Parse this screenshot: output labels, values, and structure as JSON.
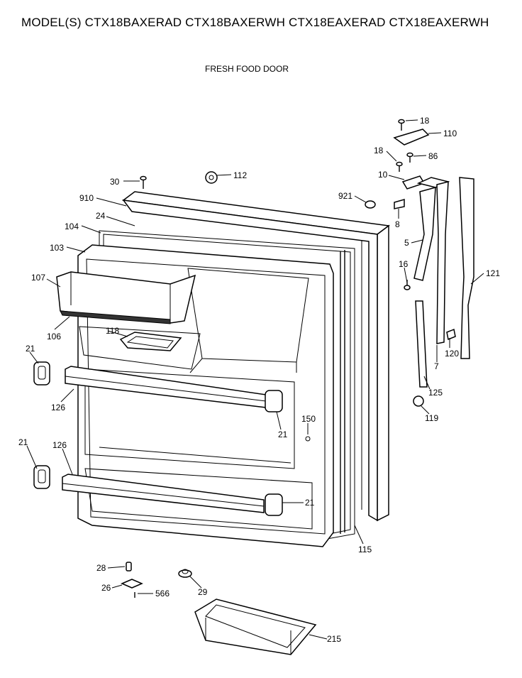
{
  "header": {
    "title": "MODEL(S) CTX18BAXERAD  CTX18BAXERWH  CTX18EAXERAD  CTX18EAXERWH",
    "subtitle": "FRESH FOOD DOOR"
  },
  "callouts": {
    "c18a": "18",
    "c110": "110",
    "c18b": "18",
    "c86": "86",
    "c10": "10",
    "c30": "30",
    "c112": "112",
    "c910": "910",
    "c921": "921",
    "c24": "24",
    "c8": "8",
    "c104": "104",
    "c103": "103",
    "c5": "5",
    "c16": "16",
    "c121": "121",
    "c107": "107",
    "c106": "106",
    "c118": "118",
    "c21a": "21",
    "c120": "120",
    "c7": "7",
    "c125": "125",
    "c126a": "126",
    "c119": "119",
    "c150": "150",
    "c21b": "21",
    "c21c": "21",
    "c126b": "126",
    "c21d": "21",
    "c115": "115",
    "c28": "28",
    "c26": "26",
    "c566": "566",
    "c29": "29",
    "c215": "215"
  }
}
